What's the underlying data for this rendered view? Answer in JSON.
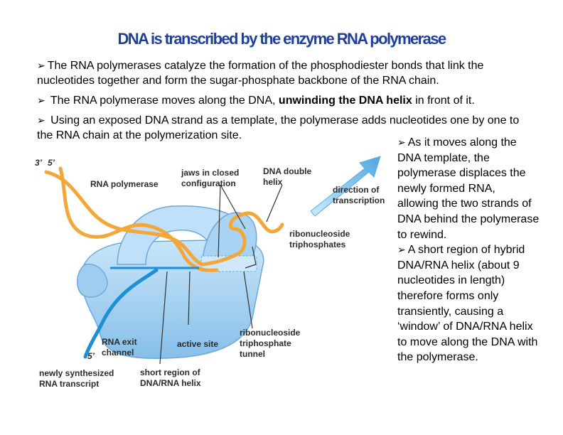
{
  "slide": {
    "title": "DNA is transcribed by the enzyme RNA  polymerase",
    "bullet_symbol": "➢",
    "p1": {
      "text": "The RNA polymerases catalyze the formation of the phosphodiester bonds that link the nucleotides together and form the sugar-phosphate backbone of the RNA chain."
    },
    "p2": {
      "before": " The RNA polymerase moves along the DNA, ",
      "bold": "unwinding the DNA helix",
      "after": " in front of it."
    },
    "p3": {
      "text": " Using an exposed DNA strand as a template, the polymerase adds nucleotides one by one to the RNA chain at the polymerization site."
    },
    "side1": {
      "text": "As it moves along the DNA template, the polymerase displaces the newly formed RNA, allowing the two strands of DNA behind the polymerase to rewind."
    },
    "side2": {
      "text": "A short region of hybrid DNA/RNA helix (about 9 nucleotides in length) therefore forms only transiently, causing a ‘window’ of DNA/RNA helix to move along the DNA with the polymerase."
    }
  },
  "figure": {
    "labels": {
      "end_3": "3’",
      "end_5_top": "5’",
      "end_5_bottom": "5’",
      "rna_polymerase": "RNA polymerase",
      "jaws": "jaws in closed configuration",
      "dna_double_helix": "DNA double helix",
      "direction": "direction of transcription",
      "ribo_triphosphates": "ribonucleoside triphosphates",
      "rna_exit": "RNA exit channel",
      "active_site": "active site",
      "ribo_tunnel": "ribonucleoside triphosphate tunnel",
      "newly_synth": "newly synthesized RNA transcript",
      "short_region": "short region of DNA/RNA helix"
    },
    "colors": {
      "polymerase": "#a9d3f2",
      "polymerase_dark": "#7fb6e0",
      "dna": "#f3a73b",
      "rna": "#1d8fd6",
      "arrow": "#7fc3ef",
      "title": "#1f3f9a"
    }
  }
}
